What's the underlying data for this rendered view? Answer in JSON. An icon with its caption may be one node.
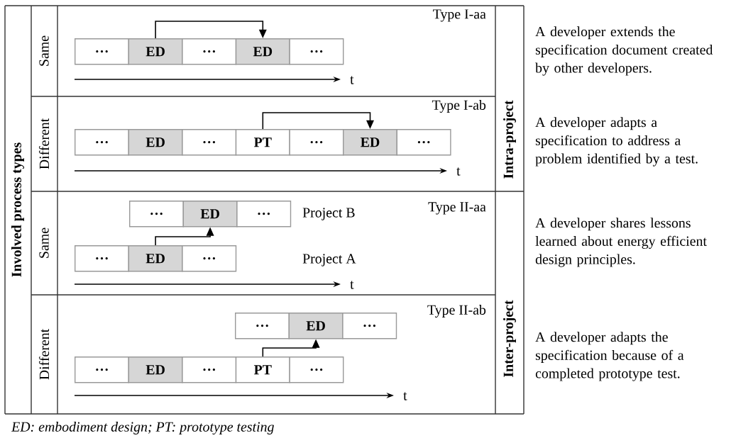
{
  "diagram": {
    "caption": "ED: embodiment design; PT: prototype testing",
    "nodes": [
      {
        "text": [
          "…"
        ]
      },
      {
        "text": [
          "ED"
        ]
      },
      {
        "text": [
          "…"
        ]
      },
      {
        "text": [
          "ED"
        ]
      },
      {
        "text": [
          "…"
        ]
      },
      {
        "text": [
          "…"
        ]
      },
      {
        "text": [
          "ED"
        ]
      },
      {
        "text": [
          "…"
        ]
      },
      {
        "text": [
          "PT"
        ]
      },
      {
        "text": [
          "…"
        ]
      },
      {
        "text": [
          "ED"
        ]
      },
      {
        "text": [
          "…"
        ]
      },
      {
        "text": [
          "…"
        ]
      },
      {
        "text": [
          "ED"
        ]
      },
      {
        "text": [
          "…"
        ]
      },
      {
        "text": [
          "…"
        ]
      },
      {
        "text": [
          "ED"
        ]
      },
      {
        "text": [
          "…"
        ]
      },
      {
        "text": [
          "…"
        ]
      },
      {
        "text": [
          "ED"
        ]
      },
      {
        "text": [
          "…"
        ]
      },
      {
        "text": [
          "…"
        ]
      },
      {
        "text": [
          "ED"
        ]
      },
      {
        "text": [
          "…"
        ]
      },
      {
        "text": [
          "PT"
        ]
      },
      {
        "text": [
          "…"
        ]
      }
    ],
    "edges": [
      {
        "from": 1,
        "to": 3,
        "arrow": "to"
      },
      {
        "from": 8,
        "to": 10,
        "arrow": "to"
      },
      {
        "from": 16,
        "to": 13,
        "arrow": "to"
      },
      {
        "from": 24,
        "to": 19,
        "arrow": "to"
      }
    ],
    "labels": [
      "Involved process types",
      "Same",
      "Type I-aa",
      "t",
      "Intra-project",
      "A developer extends the specification document created by other developers.",
      "Different",
      "Type I-ab",
      "t",
      "A developer adapts a specification to address a problem identified by a test.",
      "Same",
      "Type II-aa",
      "Project B",
      "Project A",
      "t",
      "Inter-project",
      "A developer shares lessons learned about energy efficient design principles.",
      "Different",
      "Type II-ab",
      "t",
      "A developer adapts the specification because of a completed prototype test."
    ]
  }
}
